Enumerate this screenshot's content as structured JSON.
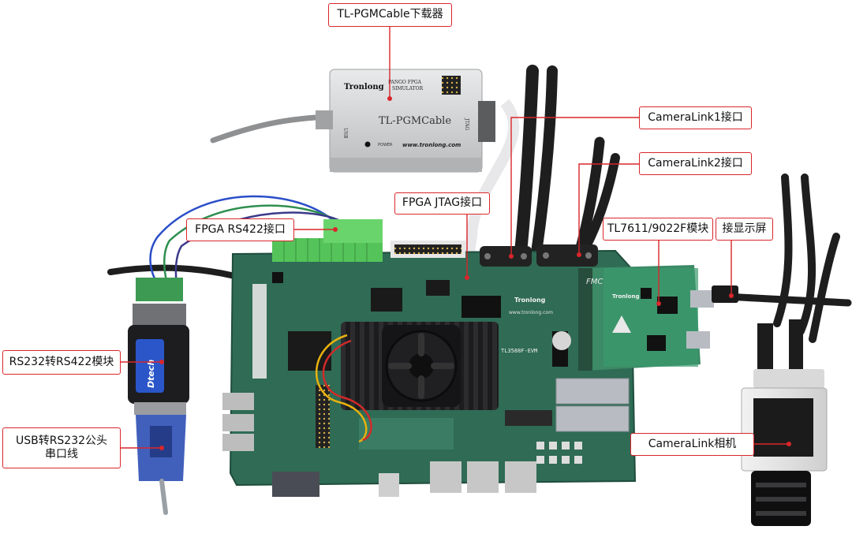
{
  "labels": {
    "pgm_cable": "TL-PGMCable下载器",
    "cameralink1": "CameraLink1接口",
    "cameralink2": "CameraLink2接口",
    "fpga_jtag": "FPGA JTAG接口",
    "fpga_rs422": "FPGA RS422接口",
    "tl7611": "TL7611/9022F模块",
    "display_port": "接显示屏",
    "rs232_rs422": "RS232转RS422模块",
    "usb_rs232_line1": "USB转RS232公头",
    "usb_rs232_line2": "串口线",
    "cameralink_camera": "CameraLink相机"
  },
  "device_text": {
    "pgm_brand": "Tronlong",
    "pgm_model_line1": "PANGO FPGA",
    "pgm_model_line2": "SIMULATOR",
    "pgm_name": "TL-PGMCable",
    "pgm_usb": "USB",
    "pgm_jtag": "JTAG",
    "pgm_power": "POWER",
    "pgm_url": "www.tronlong.com",
    "board_brand": "Tronlong",
    "board_url": "www.tronlong.com",
    "board_model": "TL3588F-EVM",
    "fmc_mark": "FMC",
    "fmc_brand": "Tronlong",
    "adapter_brand": "Dtech"
  },
  "colors": {
    "accent_red": "#d9262b",
    "pcb_green": "#2f6b55",
    "heatsink": "#1c1c1e",
    "enclosure": "#c9cbcd",
    "terminal_green": "#54c45a",
    "usb_blue": "#2c4fb5"
  }
}
